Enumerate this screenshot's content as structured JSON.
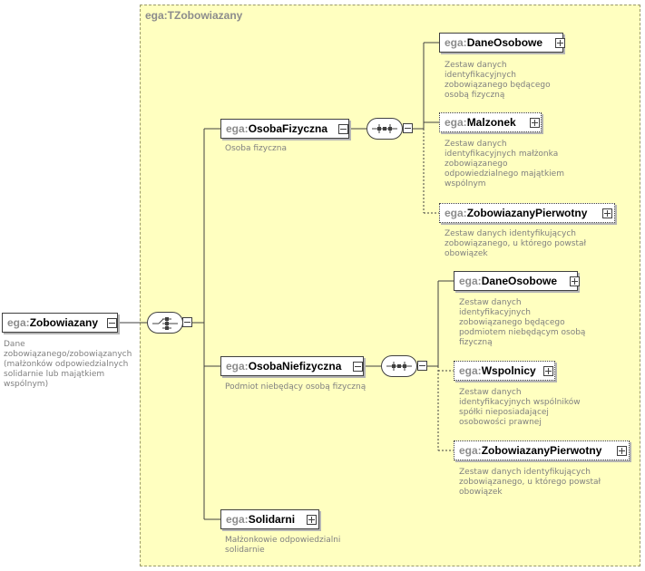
{
  "type_title": "ega:TZobowiazany",
  "root": {
    "ns": "ega:",
    "name": "Zobowiazany",
    "description": [
      "Dane",
      "zobowiązanego/zobowiązanych",
      "(małżonków odpowiedzialnych",
      "solidarnie lub majątkiem",
      "wspólnym)"
    ]
  },
  "osoba_fizyczna": {
    "ns": "ega:",
    "name": "OsobaFizyczna",
    "description": [
      "Osoba fizyczna"
    ],
    "children": [
      {
        "ns": "ega:",
        "name": "DaneOsobowe",
        "description": [
          "Zestaw danych",
          "identyfikacyjnych",
          "zobowiązanego będącego",
          "osobą fizyczną"
        ]
      },
      {
        "ns": "ega:",
        "name": "Malzonek",
        "description": [
          "Zestaw danych",
          "identyfikacyjnych małżonka",
          "zobowiązanego",
          "odpowiedzialnego majątkiem",
          "wspólnym"
        ]
      },
      {
        "ns": "ega:",
        "name": "ZobowiazanyPierwotny",
        "description": [
          "Zestaw danych identyfikujących",
          "zobowiązanego, u którego powstał",
          "obowiązek"
        ]
      }
    ]
  },
  "osoba_niefizyczna": {
    "ns": "ega:",
    "name": "OsobaNiefizyczna",
    "description": [
      "Podmiot niebędący osobą fizyczną"
    ],
    "children": [
      {
        "ns": "ega:",
        "name": "DaneOsobowe",
        "description": [
          "Zestaw danych",
          "identyfikacyjnych",
          "zobowiązanego będącego",
          "podmiotem niebędącym osobą",
          "fizyczną"
        ]
      },
      {
        "ns": "ega:",
        "name": "Wspolnicy",
        "description": [
          "Zestaw danych",
          "identyfikacyjnych wspólników",
          "spółki nieposiadającej",
          "osobowości prawnej"
        ]
      },
      {
        "ns": "ega:",
        "name": "ZobowiazanyPierwotny",
        "description": [
          "Zestaw danych identyfikujących",
          "zobowiązanego, u którego powstał",
          "obowiązek"
        ]
      }
    ]
  },
  "solidarni": {
    "ns": "ega:",
    "name": "Solidarni",
    "description": [
      "Małżonkowie odpowiedzialni",
      "solidarnie"
    ]
  }
}
